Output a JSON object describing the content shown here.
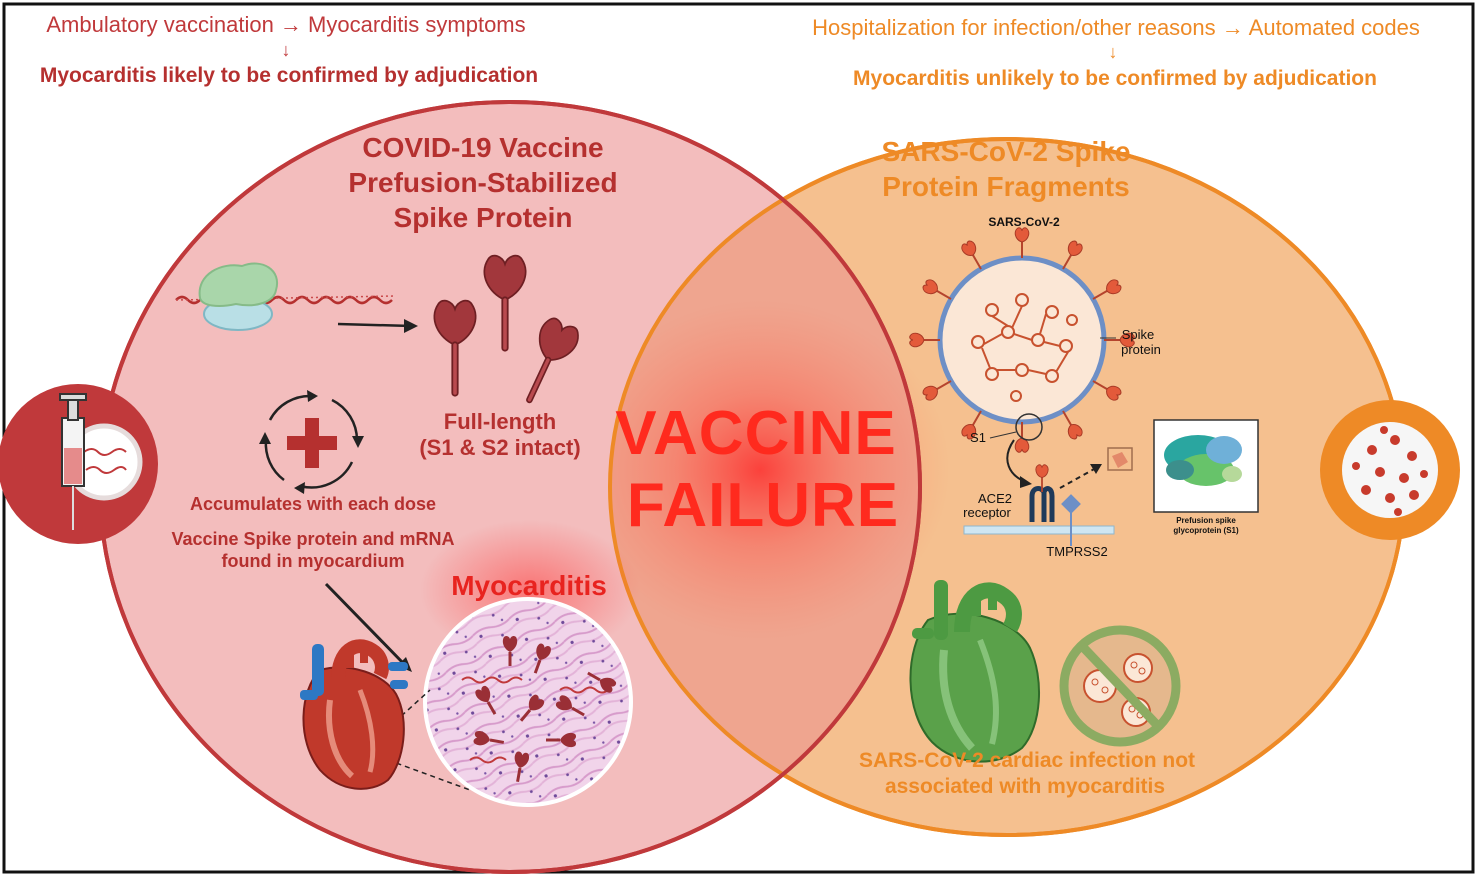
{
  "colors": {
    "red_circle_fill": "#f2b9b9",
    "red_circle_stroke": "#c0393b",
    "orange_circle_fill": "#f5c08f",
    "orange_circle_stroke": "#ee8a26",
    "overlap_glow": "#ff2b2b",
    "spike_protein": "#a2373c",
    "virus_spike": "#e35a3a"
  },
  "header_left": {
    "line1": "Ambulatory vaccination → Myocarditis symptoms",
    "arrow": "↓",
    "line2": "Myocarditis likely to be confirmed by adjudication"
  },
  "header_right": {
    "line1": "Hospitalization for infection/other reasons → Automated codes",
    "arrow": "↓",
    "line2": "Myocarditis unlikely to be confirmed by adjudication"
  },
  "left_circle": {
    "title_line1": "COVID-19 Vaccine",
    "title_line2": "Prefusion-Stabilized",
    "title_line3": "Spike Protein",
    "full_length_line1": "Full-length",
    "full_length_line2": "(S1 & S2 intact)",
    "accumulates": "Accumulates with each dose",
    "found_line1": "Vaccine Spike protein and mRNA",
    "found_line2": "found in myocardium",
    "myocarditis": "Myocarditis"
  },
  "center": {
    "line1": "VACCINE",
    "line2": "FAILURE"
  },
  "right_circle": {
    "title_line1": "SARS-CoV-2 Spike",
    "title_line2": "Protein Fragments",
    "virus_label": "SARS-CoV-2",
    "spike_label_line1": "Spike",
    "spike_label_line2": "protein",
    "s1_label": "S1",
    "ace2_line1": "ACE2",
    "ace2_line2": "receptor",
    "tmprss2": "TMPRSS2",
    "prefusion_line1": "Prefusion spike",
    "prefusion_line2": "glycoprotein (S1)",
    "bottom_line1": "SARS-CoV-2 cardiac infection not",
    "bottom_line2": "associated with myocarditis"
  },
  "icons": {
    "left_badge": "syringe-icon",
    "right_badge": "coronavirus-icon",
    "ribosome": "ribosome-mrna-icon",
    "cycle": "cycle-plus-icon",
    "heart_left": "anatomical-heart-icon",
    "heart_right": "green-heart-icon",
    "no_virus": "no-virus-icon"
  }
}
